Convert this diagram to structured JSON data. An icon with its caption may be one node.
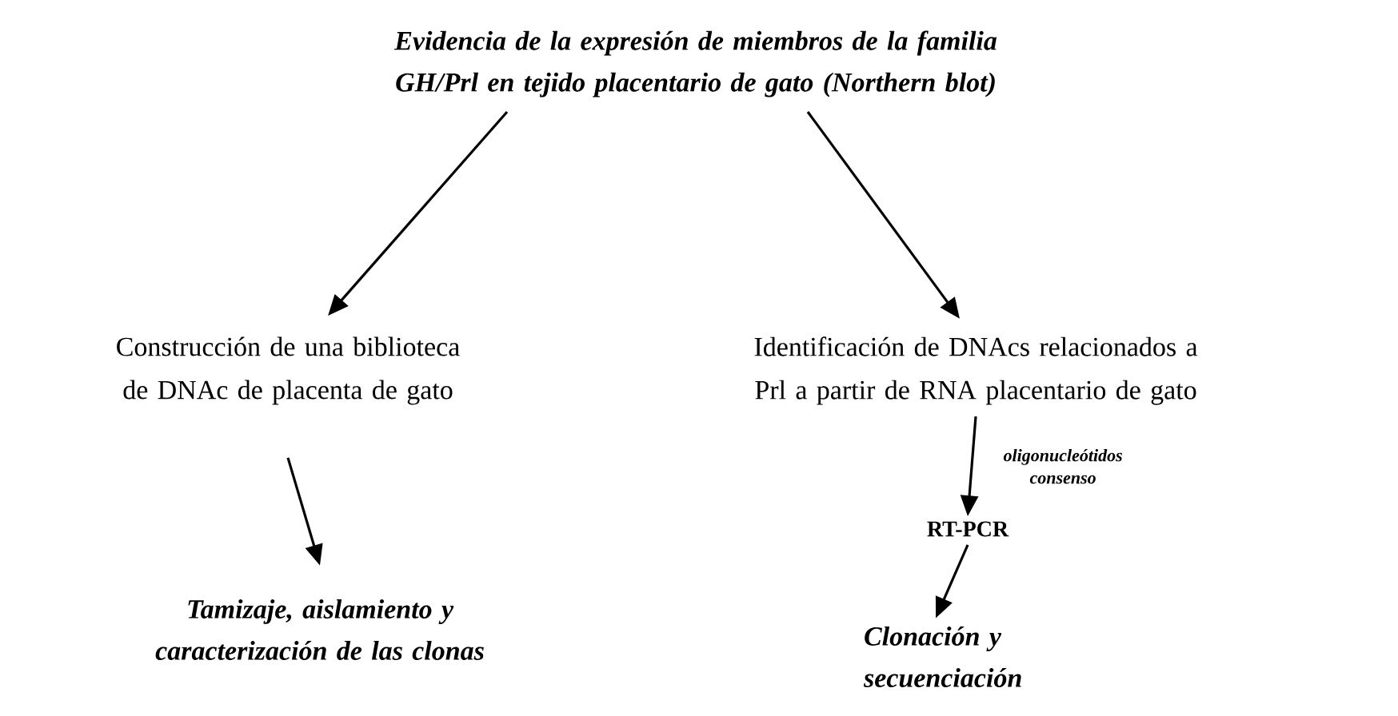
{
  "diagram": {
    "nodes": [
      {
        "text": [
          "Evidencia de la expresión de miembros de la familia GH/Prl en tejido placentario de gato (Northern blot)"
        ]
      },
      {
        "text": [
          "Construcción de una biblioteca de DNAc de placenta de gato"
        ]
      },
      {
        "text": [
          "Identificación de DNAcs relacionados a Prl a partir de RNA placentario de gato"
        ]
      },
      {
        "text": [
          "Tamizaje, aislamiento y caracterización de las clonas"
        ]
      },
      {
        "text": [
          "RT-PCR"
        ]
      },
      {
        "text": [
          "Clonación y secuenciación"
        ]
      }
    ],
    "edges": [
      {
        "from": 0,
        "to": 1,
        "arrow": "to"
      },
      {
        "from": 0,
        "to": 2,
        "arrow": "to"
      },
      {
        "from": 1,
        "to": 3,
        "arrow": "to"
      },
      {
        "from": 2,
        "to": 4,
        "arrow": "to",
        "label": "oligonucleótidos consenso"
      },
      {
        "from": 4,
        "to": 5,
        "arrow": "to"
      }
    ]
  }
}
